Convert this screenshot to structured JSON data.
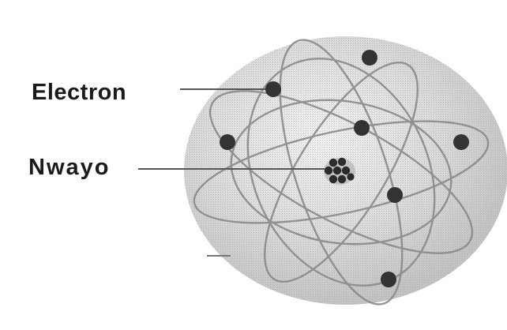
{
  "labels": {
    "electron": "Electron",
    "nucleus": "Nwayo"
  },
  "colors": {
    "sphere_fill": "#cfcfcf",
    "sphere_highlight": "#f2f2f2",
    "orbit_stroke": "#8c8c8c",
    "electron_fill": "#333333",
    "nucleus_fill": "#2b2b2b",
    "leader_line": "#555555",
    "label_text": "#1a1a1a"
  },
  "icons": {
    "atom": "atom-diagram",
    "electron": "electron-dot",
    "nucleus": "nucleus-cluster"
  }
}
